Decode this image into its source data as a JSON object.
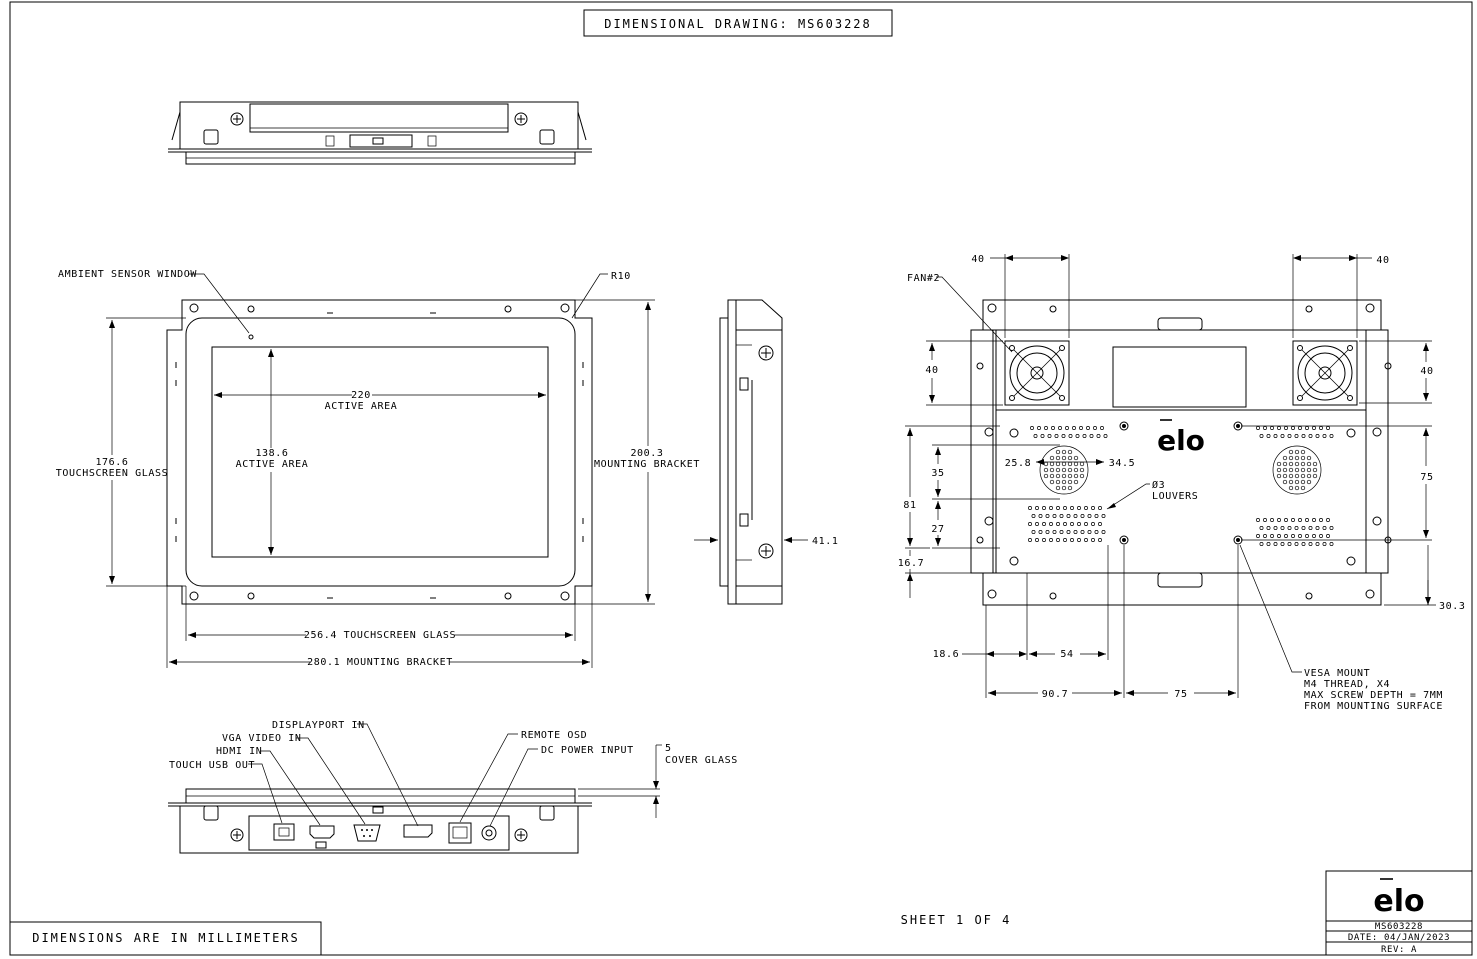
{
  "title": "DIMENSIONAL DRAWING:  MS603228",
  "logo": "elo",
  "footer": {
    "units_note": "DIMENSIONS ARE IN MILLIMETERS",
    "sheet": "SHEET  1  OF  4"
  },
  "title_block": {
    "part_number": "MS603228",
    "date": "DATE:  04/JAN/2023",
    "rev": "REV:  A"
  },
  "front_view": {
    "ambient_sensor": "AMBIENT SENSOR WINDOW",
    "r10": "R10",
    "active_w_value": "220",
    "active_w_label": "ACTIVE AREA",
    "active_h_value": "138.6",
    "active_h_label": "ACTIVE AREA",
    "glass_h_value": "176.6",
    "glass_h_label": "TOUCHSCREEN GLASS",
    "bracket_h_value": "200.3",
    "bracket_h_label": "MOUNTING BRACKET",
    "glass_w": "256.4 TOUCHSCREEN GLASS",
    "bracket_w": "280.1 MOUNTING BRACKET"
  },
  "side_view": {
    "depth": "41.1"
  },
  "rear_view": {
    "fan": "FAN#2",
    "d40_left": "40",
    "d40_right": "40",
    "d40_vleft": "40",
    "d40_vright": "40",
    "d25_8": "25.8",
    "d34_5": "34.5",
    "d35": "35",
    "d81": "81",
    "d27": "27",
    "d16_7": "16.7",
    "d75_v": "75",
    "d30_3": "30.3",
    "louver_dia": "Ø3",
    "louver_label": "LOUVERS",
    "d18_6": "18.6",
    "d54": "54",
    "d90_7": "90.7",
    "d75_h": "75",
    "vesa": [
      "VESA MOUNT",
      "M4 THREAD, X4",
      "MAX SCREW DEPTH = 7MM",
      "FROM MOUNTING SURFACE"
    ]
  },
  "bottom_view": {
    "displayport": "DISPLAYPORT IN",
    "vga": "VGA VIDEO IN",
    "hdmi": "HDMI IN",
    "touch_usb": "TOUCH USB OUT",
    "remote_osd": "REMOTE OSD",
    "dc_power": "DC POWER INPUT",
    "cover_value": "5",
    "cover_label": "COVER GLASS"
  }
}
